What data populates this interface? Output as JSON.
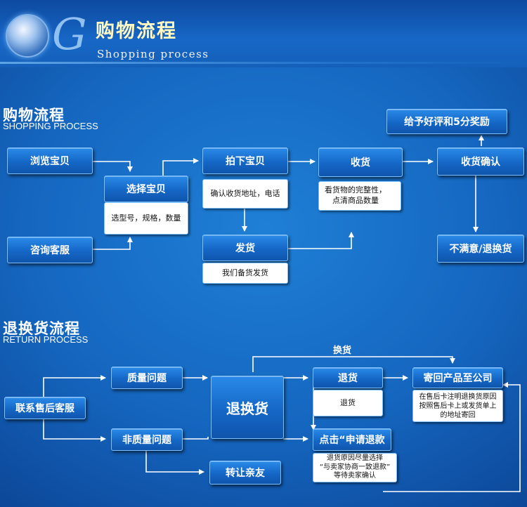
{
  "banner": {
    "title": "购物流程",
    "subtitle": "Shopping process",
    "logo_letter": "G"
  },
  "shopping": {
    "title": "购物流程",
    "subtitle": "SHOPPING PROCESS",
    "nodes": {
      "browse": "浏览宝贝",
      "consult": "咨询客服",
      "select": "选择宝贝",
      "select_note": "选型号，规格，数量",
      "buy": "拍下宝贝",
      "buy_note": "确认收货地址，电话",
      "ship": "发货",
      "ship_note": "我们备货发货",
      "receive": "收货",
      "receive_note_1": "看货物的完整性，",
      "receive_note_2": "点清商品数量",
      "confirm": "收货确认",
      "praise": "给予好评和5分奖励",
      "unsatisfied": "不满意/退换货"
    }
  },
  "returns": {
    "title": "退换货流程",
    "subtitle": "RETURN PROCESS",
    "nodes": {
      "contact": "联系售后客服",
      "quality": "质量问题",
      "nonquality": "非质量问题",
      "center": "退换货",
      "transfer": "转让亲友",
      "refund_goods": "退货",
      "refund_note": "退货",
      "apply_refund": "点击“申请退款",
      "apply_note_1": "退货原因尽量选择",
      "apply_note_2": "“与卖家协商一致退款”",
      "apply_note_3": "等待卖家确认",
      "send_back": "寄回产品至公司",
      "send_note_1": "在售后卡注明退换货原因",
      "send_note_2": "按照售后卡上或发货单上",
      "send_note_3": "的地址寄回",
      "exchange_label": "换货"
    }
  }
}
